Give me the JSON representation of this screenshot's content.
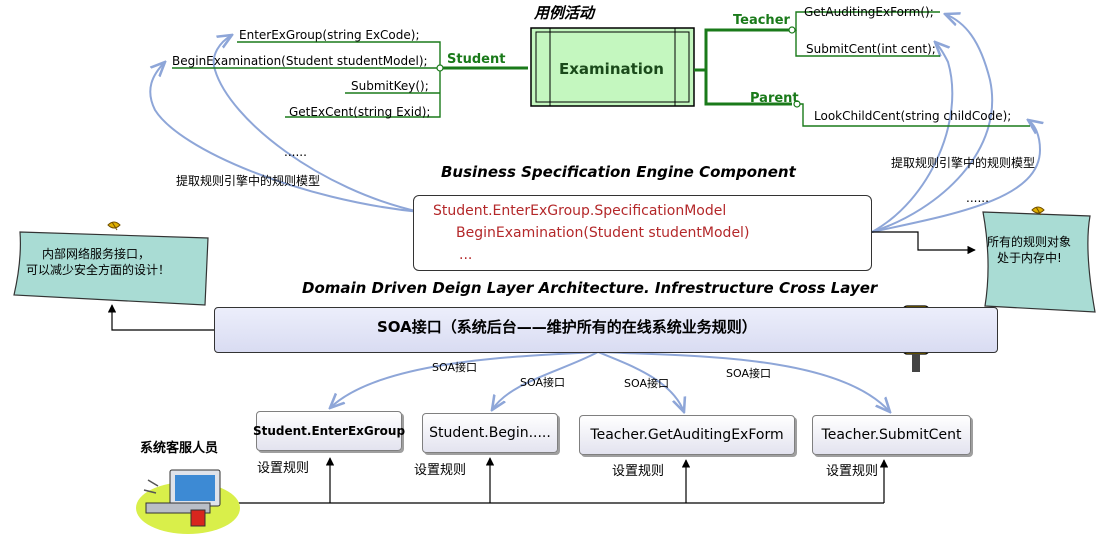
{
  "use_case": {
    "title": "用例活动",
    "center_label": "Examination",
    "student": {
      "label": "Student",
      "methods": [
        "EnterExGroup(string ExCode);",
        "BeginExamination(Student studentModel);",
        "SubmitKey();",
        "GetExCent(string Exid);"
      ]
    },
    "teacher": {
      "label": "Teacher",
      "methods": [
        "GetAuditingExForm();",
        "SubmitCent(int cent);"
      ]
    },
    "parent": {
      "label": "Parent",
      "methods": [
        "LookChildCent(string childCode);"
      ]
    },
    "ellipsis_left": "......",
    "ellipsis_right": "......"
  },
  "extract_left": "提取规则引擎中的规则模型",
  "extract_right": "提取规则引擎中的规则模型",
  "engine": {
    "title": "Business Specification Engine Component",
    "lines": [
      "Student.EnterExGroup.SpecificationModel",
      "BeginExamination(Student studentModel)",
      "..."
    ]
  },
  "note_left": [
    "内部网络服务接口，",
    "可以减少安全方面的设计！"
  ],
  "note_right": [
    "所有的规则对象",
    "处于内存中!"
  ],
  "layer_title": "Domain Driven Deign Layer  Architecture. Infrestructure Cross Layer",
  "soa_bar": "SOA接口（系统后台——维护所有的在线系统业务规则）",
  "soa_labels": [
    "SOA接口",
    "SOA接口",
    "SOA接口",
    "SOA接口"
  ],
  "services": [
    "Student.EnterExGroup",
    "Student.Begin.....",
    "Teacher.GetAuditingExForm",
    "Teacher.SubmitCent"
  ],
  "set_rule_labels": [
    "设置规则",
    "设置规则",
    "设置规则",
    "设置规则"
  ],
  "operator_label": "系统客服人员",
  "colors": {
    "green_line": "#1a7a1a",
    "blue_curve": "#8ea6d8",
    "engine_text": "#b4282a",
    "note_fill": "#a9dcd4",
    "soa_fill": "#e4e6f6",
    "exam_fill": "#c4f7bf"
  }
}
